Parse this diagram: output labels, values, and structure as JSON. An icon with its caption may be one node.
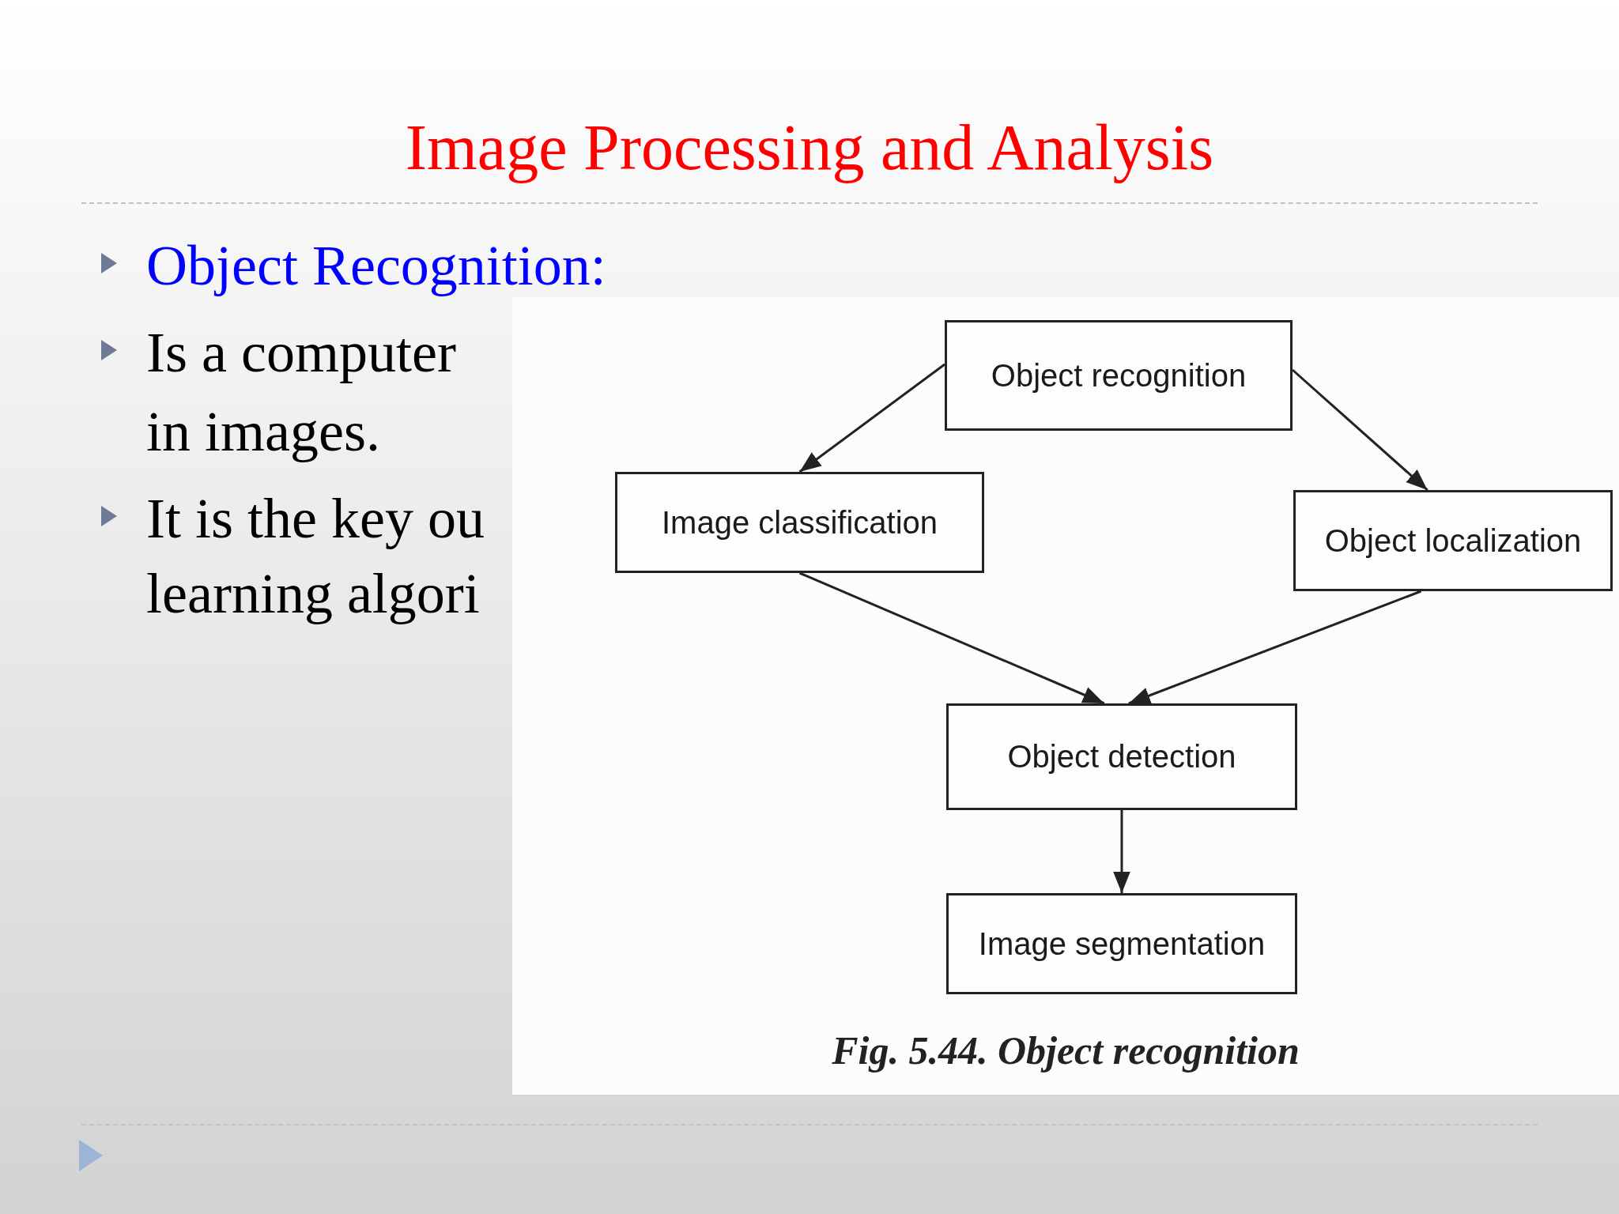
{
  "diagram": {
    "title": "Image Processing and Analysis",
    "caption": "Fig. 5.44. Object recognition",
    "nodes": [
      {
        "text": [
          "Object recognition"
        ]
      },
      {
        "text": [
          "Image classification"
        ]
      },
      {
        "text": [
          "Object localization"
        ]
      },
      {
        "text": [
          "Object detection"
        ]
      },
      {
        "text": [
          "Image segmentation"
        ]
      }
    ],
    "edges": [
      {
        "from": 0,
        "to": 1,
        "arrow": "to"
      },
      {
        "from": 0,
        "to": 2,
        "arrow": "to"
      },
      {
        "from": 1,
        "to": 3,
        "arrow": "to"
      },
      {
        "from": 2,
        "to": 3,
        "arrow": "to"
      },
      {
        "from": 3,
        "to": 4,
        "arrow": "to"
      }
    ],
    "labels": [
      "Object Recognition:",
      "Is a computer",
      "in images.",
      "It is the key ou",
      "learning algori"
    ]
  }
}
